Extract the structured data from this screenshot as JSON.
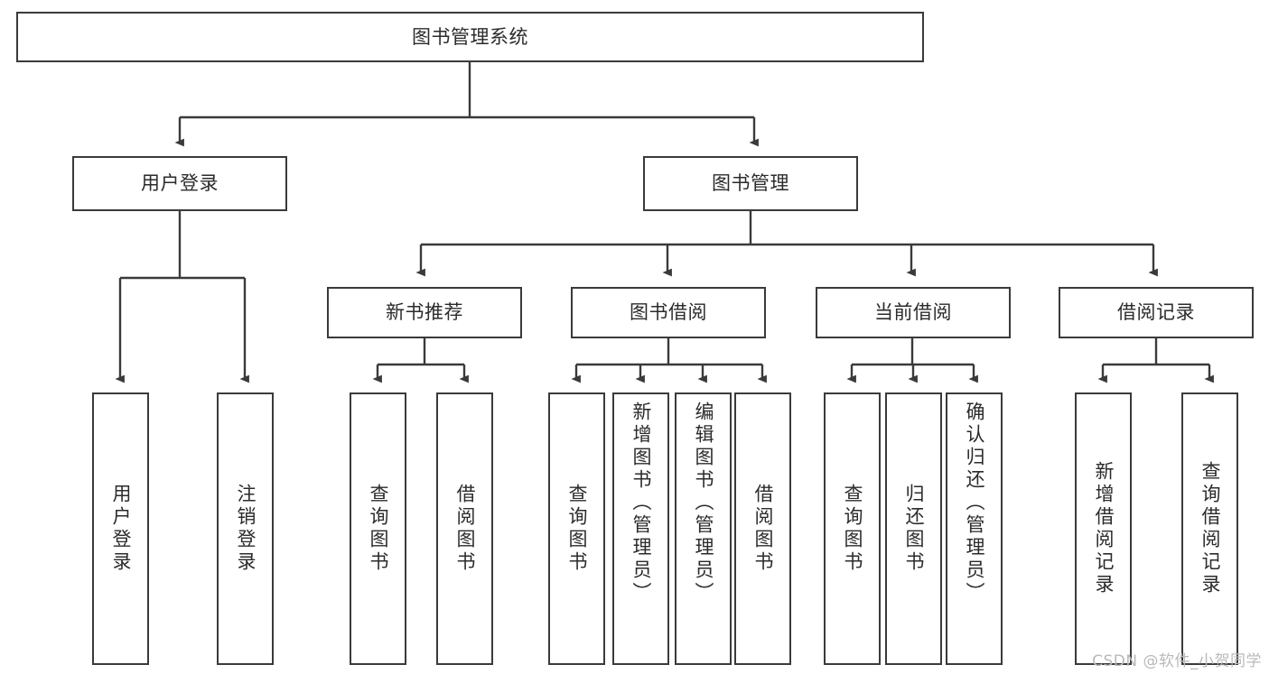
{
  "diagram": {
    "title": "图书管理系统",
    "type": "hierarchy-tree",
    "root": {
      "label": "图书管理系统"
    },
    "level2": [
      {
        "label": "用户登录"
      },
      {
        "label": "图书管理"
      }
    ],
    "level3": [
      {
        "label": "新书推荐"
      },
      {
        "label": "图书借阅"
      },
      {
        "label": "当前借阅"
      },
      {
        "label": "借阅记录"
      }
    ],
    "leaves": {
      "user_login": [
        {
          "label": "用户登录"
        },
        {
          "label": "注销登录"
        }
      ],
      "new_book_recommend": [
        {
          "label": "查询图书"
        },
        {
          "label": "借阅图书"
        }
      ],
      "book_borrow": [
        {
          "label": "查询图书"
        },
        {
          "label": "新增图书（管理员）"
        },
        {
          "label": "编辑图书（管理员）"
        },
        {
          "label": "借阅图书"
        }
      ],
      "current_borrow": [
        {
          "label": "查询图书"
        },
        {
          "label": "归还图书"
        },
        {
          "label": "确认归还（管理员）"
        }
      ],
      "borrow_record": [
        {
          "label": "新增借阅记录"
        },
        {
          "label": "查询借阅记录"
        }
      ]
    },
    "watermark": "CSDN @软件_小贺同学",
    "colors": {
      "stroke": "#3a3a3a",
      "background": "#ffffff",
      "text": "#2b2b2b",
      "watermark": "#b9b9b9"
    }
  }
}
